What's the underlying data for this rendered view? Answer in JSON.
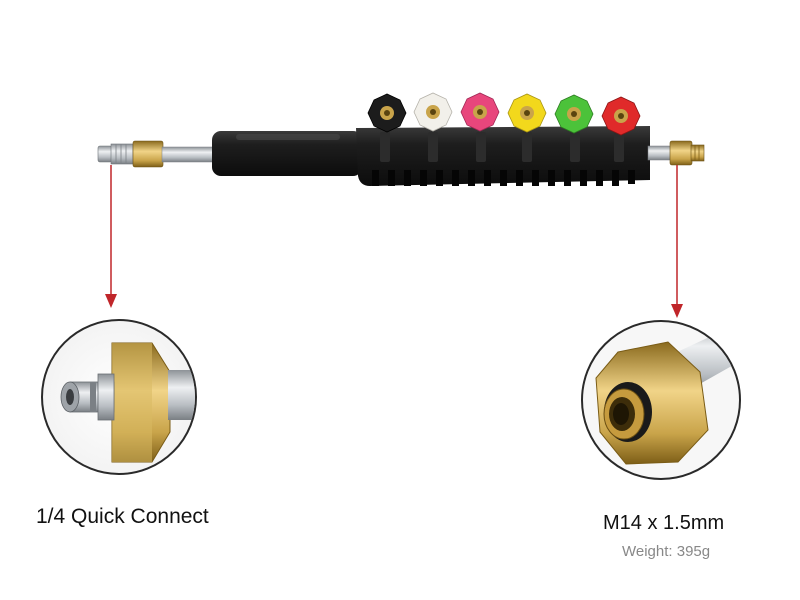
{
  "labels": {
    "left_fitting": "1/4 Quick Connect",
    "right_fitting": "M14 x 1.5mm",
    "weight": "Weight: 395g"
  },
  "colors": {
    "arrow": "#c0262a",
    "body": "#1a1a1a",
    "brass": "#c9a44a",
    "steel": "#c8cbcf"
  },
  "nozzles": [
    {
      "name": "black-nozzle",
      "color": "#1c1c1c"
    },
    {
      "name": "white-nozzle",
      "color": "#f2f0ea"
    },
    {
      "name": "pink-nozzle",
      "color": "#e8467c"
    },
    {
      "name": "yellow-nozzle",
      "color": "#f2d81c"
    },
    {
      "name": "green-nozzle",
      "color": "#4cc23a"
    },
    {
      "name": "red-nozzle",
      "color": "#e02a2a"
    }
  ]
}
